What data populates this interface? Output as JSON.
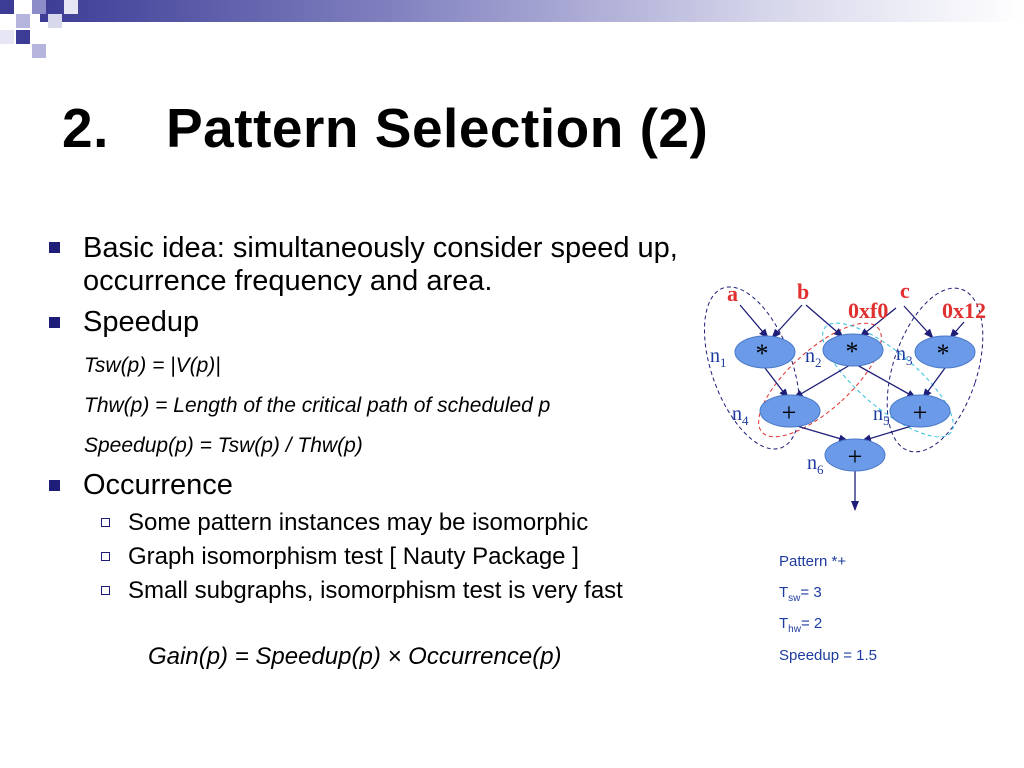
{
  "title": {
    "number": "2.",
    "text": "Pattern Selection (2)"
  },
  "bullets": {
    "basic_idea_line1": "Basic idea: simultaneously consider speed up,",
    "basic_idea_line2": "occurrence frequency and area.",
    "speedup": "Speedup",
    "tsw": "Tsw(p) = |V(p)|",
    "thw": "Thw(p) = Length of the critical path of scheduled p",
    "speedup_formula": "Speedup(p) = Tsw(p) / Thw(p)",
    "occurrence": "Occurrence",
    "sub": [
      "Some pattern instances may be isomorphic",
      "Graph isomorphism test [ Nauty Package ]",
      "Small subgraphs, isomorphism test is very fast"
    ],
    "gain": "Gain(p) = Speedup(p) × Occurrence(p)"
  },
  "diagram": {
    "inputs": [
      "a",
      "b",
      "c",
      "0xf0",
      "0x12"
    ],
    "ops": {
      "mul": "*",
      "add": "+"
    },
    "node_prefix": "n",
    "node_indices": [
      "1",
      "2",
      "3",
      "4",
      "5",
      "6"
    ]
  },
  "pattern_info": {
    "pattern": "Pattern *+",
    "tsw_label": "T",
    "tsw_sub": "sw",
    "tsw_val": "= 3",
    "thw_label": "T",
    "thw_sub": "hw",
    "thw_val": "= 2",
    "speedup": "Speedup = 1.5"
  },
  "colors": {
    "accent": "#1e1e78",
    "node": "#6a9ae8",
    "input_red": "#e03030",
    "info_blue": "#1e3ca0"
  }
}
